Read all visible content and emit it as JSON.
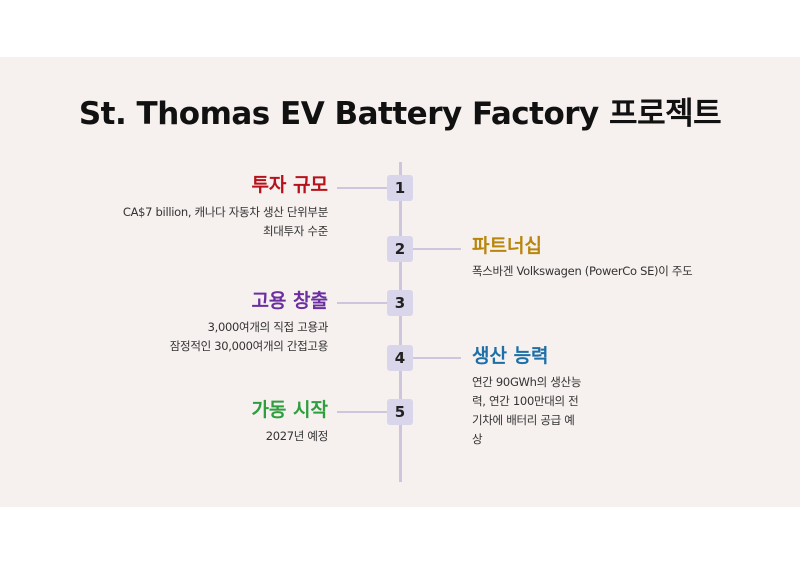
{
  "title": "St. Thomas EV Battery Factory 프로젝트",
  "colors": {
    "red": "#b5121b",
    "gold": "#b8860b",
    "purple": "#6b2fa0",
    "blue": "#1d6fa8",
    "green": "#2e9e3e",
    "axis": "#cdc6dc",
    "badge": "#d9d5ea",
    "background": "#f6f0ef"
  },
  "items": [
    {
      "number": "1",
      "title": "투자 규모",
      "desc_lines": [
        "CA$7 billion, 캐나다 자동차 생산 단위부분",
        "최대투자 수준"
      ]
    },
    {
      "number": "2",
      "title": "파트너십",
      "desc_lines": [
        "폭스바겐 Volkswagen (PowerCo SE)이 주도"
      ]
    },
    {
      "number": "3",
      "title": "고용 창출",
      "desc_lines": [
        "3,000여개의 직접 고용과",
        "잠정적인 30,000여개의 간접고용"
      ]
    },
    {
      "number": "4",
      "title": "생산 능력",
      "desc_lines": [
        "연간 90GWh의 생산능",
        "력, 연간 100만대의 전",
        "기차에 배터리 공급 예",
        "상"
      ]
    },
    {
      "number": "5",
      "title": "가동 시작",
      "desc_lines": [
        "2027년 예정"
      ]
    }
  ]
}
